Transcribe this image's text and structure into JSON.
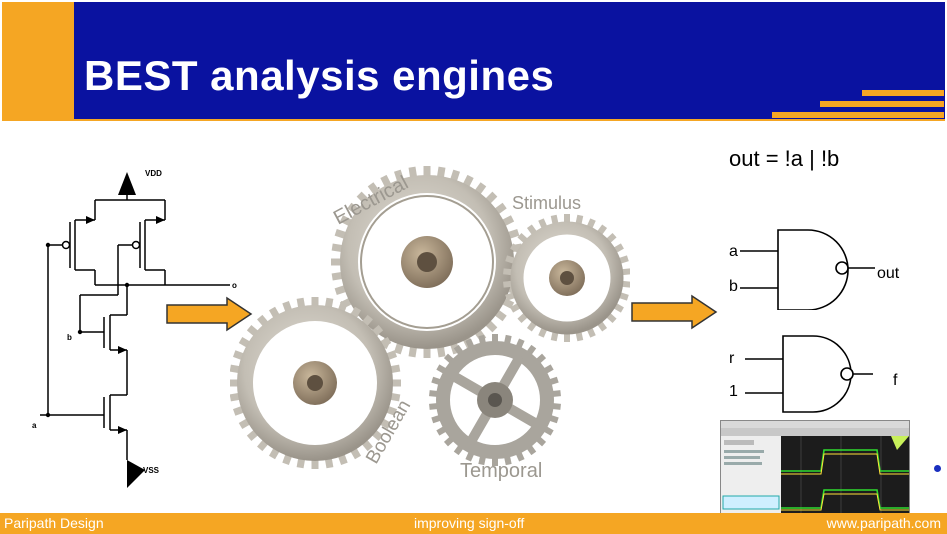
{
  "slide": {
    "title": "BEST analysis engines",
    "footer": {
      "left": "Paripath Design",
      "center": "improving sign-off",
      "right": "www.paripath.com"
    }
  },
  "schematic": {
    "vdd": "VDD",
    "vss": "VSS",
    "input_a": "a",
    "input_b": "b",
    "output": "o"
  },
  "gears": {
    "electrical": "Electrical",
    "stimulus": "Stimulus",
    "boolean": "Boolean",
    "temporal": "Temporal"
  },
  "logic": {
    "formula": "out = !a | !b",
    "gate1": {
      "in1": "a",
      "in2": "b",
      "out": "out"
    },
    "gate2": {
      "in1": "r",
      "in2": "1",
      "out": "f"
    }
  },
  "colors": {
    "header_blue": "#0a12a0",
    "accent_orange": "#f5a623",
    "arrow_fill": "#f5a623",
    "gear_color": "#c8c4bc"
  }
}
